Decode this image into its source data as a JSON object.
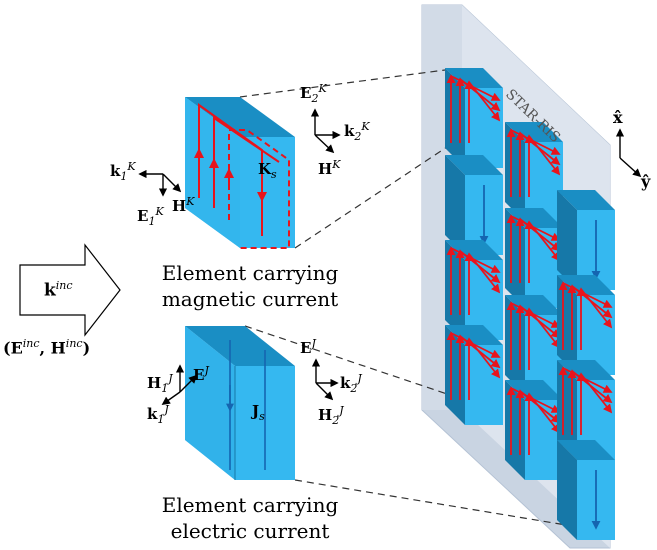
{
  "panel_label": "STAR-RIS",
  "captions": {
    "magnetic_line1": "Element carrying",
    "magnetic_line2": "magnetic current",
    "electric_line1": "Element carrying",
    "electric_line2": "electric current"
  },
  "incident": {
    "wave_vector": "k",
    "wave_vector_sup": "inc",
    "fields": "(E",
    "fields_e_sup": "inc",
    "fields_sep": ", H",
    "fields_h_sup": "inc",
    "fields_close": ")"
  },
  "magnetic_element": {
    "current": "K",
    "current_sub": "s",
    "k1": "k",
    "k1_sub": "1",
    "k1_sup": "K",
    "e1": "E",
    "e1_sub": "1",
    "e1_sup": "K",
    "h": "H",
    "h_sup": "K",
    "e2": "E",
    "e2_sub": "2",
    "e2_sup": "K",
    "k2": "k",
    "k2_sub": "2",
    "k2_sup": "K",
    "h2": "H",
    "h2_sup": "K"
  },
  "electric_element": {
    "current": "J",
    "current_sub": "s",
    "h1": "H",
    "h1_sub": "1",
    "h1_sup": "J",
    "e": "E",
    "e_sup": "J",
    "k1": "k",
    "k1_sub": "1",
    "k1_sup": "J",
    "e2": "E",
    "e2_sup": "J",
    "k2": "k",
    "k2_sub": "2",
    "k2_sup": "J",
    "h2": "H",
    "h2_sub": "2",
    "h2_sup": "J"
  },
  "axes": {
    "x": "x̂",
    "y": "ŷ"
  },
  "colors": {
    "cube_face": "#35b8f0",
    "cube_top": "#1a8ec4",
    "cube_side": "#1678a8",
    "magnetic_arrow": "#e8141c",
    "electric_arrow": "#1565b0",
    "panel": "#dbe3ee"
  }
}
